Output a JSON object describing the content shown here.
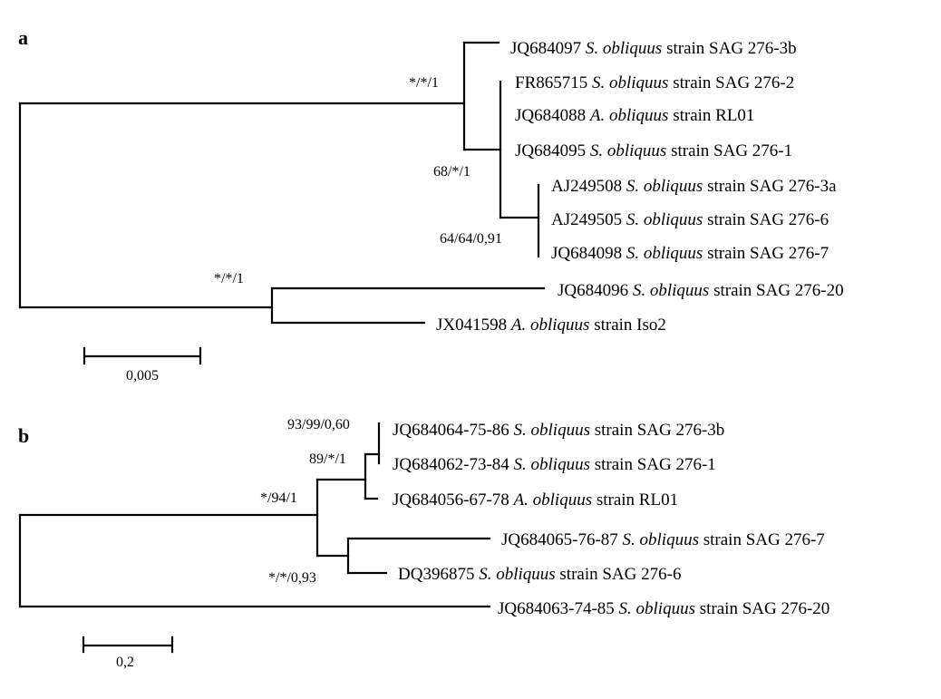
{
  "panels": {
    "a": {
      "label": "a",
      "taxa": [
        {
          "accession": "JQ684097",
          "genus": "S. obliquus",
          "strain": "strain SAG 276-3b"
        },
        {
          "accession": "FR865715",
          "genus": "S. obliquus",
          "strain": "strain SAG 276-2"
        },
        {
          "accession": "JQ684088",
          "genus": "A. obliquus",
          "strain": "strain RL01"
        },
        {
          "accession": "JQ684095",
          "genus": "S. obliquus",
          "strain": "strain SAG 276-1"
        },
        {
          "accession": "AJ249508",
          "genus": "S. obliquus",
          "strain": "strain SAG 276-3a"
        },
        {
          "accession": "AJ249505",
          "genus": "S. obliquus",
          "strain": "strain SAG 276-6"
        },
        {
          "accession": "JQ684098",
          "genus": "S. obliquus",
          "strain": "strain SAG 276-7"
        },
        {
          "accession": "JQ684096",
          "genus": "S. obliquus",
          "strain": "strain SAG 276-20"
        },
        {
          "accession": "JX041598",
          "genus": "A. obliquus",
          "strain": "strain Iso2"
        }
      ],
      "supports": [
        "*/*/1",
        "68/*/1",
        "64/64/0,91",
        "*/*/1"
      ],
      "scale_label": "0,005"
    },
    "b": {
      "label": "b",
      "taxa": [
        {
          "accession": "JQ684064-75-86",
          "genus": "S. obliquus",
          "strain": "strain SAG 276-3b"
        },
        {
          "accession": "JQ684062-73-84",
          "genus": "S. obliquus",
          "strain": "strain SAG 276-1"
        },
        {
          "accession": "JQ684056-67-78",
          "genus": "A. obliquus",
          "strain": "strain RL01"
        },
        {
          "accession": "JQ684065-76-87",
          "genus": "S. obliquus",
          "strain": "strain SAG 276-7"
        },
        {
          "accession": "DQ396875",
          "genus": "S. obliquus",
          "strain": "strain SAG 276-6"
        },
        {
          "accession": "JQ684063-74-85",
          "genus": "S. obliquus",
          "strain": "strain SAG 276-20"
        }
      ],
      "supports": [
        "93/99/0,60",
        "89/*/1",
        "*/94/1",
        "*/*/0,93"
      ],
      "scale_label": "0,2"
    }
  }
}
